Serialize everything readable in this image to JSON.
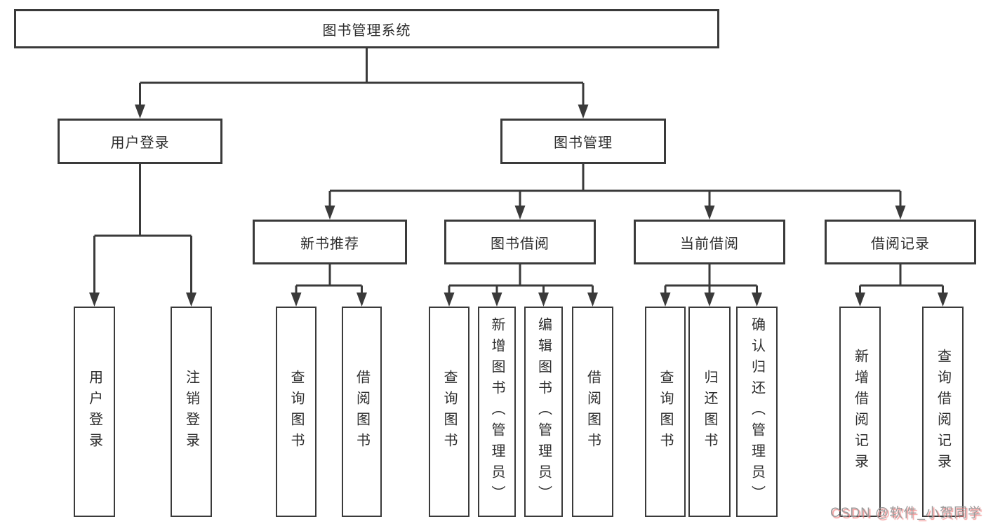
{
  "diagram": {
    "title": "图书管理系统"
  },
  "nodes": [
    {
      "id": "root",
      "label": "图书管理系统",
      "parent": null
    },
    {
      "id": "user-login",
      "label": "用户登录",
      "parent": "root"
    },
    {
      "id": "book-mgmt",
      "label": "图书管理",
      "parent": "root"
    },
    {
      "id": "login",
      "label": "用户登录",
      "parent": "user-login"
    },
    {
      "id": "logout",
      "label": "注销登录",
      "parent": "user-login"
    },
    {
      "id": "new-book-rec",
      "label": "新书推荐",
      "parent": "book-mgmt"
    },
    {
      "id": "book-borrow",
      "label": "图书借阅",
      "parent": "book-mgmt"
    },
    {
      "id": "current-borrow",
      "label": "当前借阅",
      "parent": "book-mgmt"
    },
    {
      "id": "borrow-records",
      "label": "借阅记录",
      "parent": "book-mgmt"
    },
    {
      "id": "rec-query-book",
      "label": "查询图书",
      "parent": "new-book-rec"
    },
    {
      "id": "rec-borrow-book",
      "label": "借阅图书",
      "parent": "new-book-rec"
    },
    {
      "id": "bb-query-book",
      "label": "查询图书",
      "parent": "book-borrow"
    },
    {
      "id": "bb-add-book",
      "label": "新增图书（管理员）",
      "parent": "book-borrow"
    },
    {
      "id": "bb-edit-book",
      "label": "编辑图书（管理员）",
      "parent": "book-borrow"
    },
    {
      "id": "bb-borrow-book",
      "label": "借阅图书",
      "parent": "book-borrow"
    },
    {
      "id": "cb-query-book",
      "label": "查询图书",
      "parent": "current-borrow"
    },
    {
      "id": "cb-return-book",
      "label": "归还图书",
      "parent": "current-borrow"
    },
    {
      "id": "cb-confirm-return",
      "label": "确认归还（管理员）",
      "parent": "current-borrow"
    },
    {
      "id": "br-add-record",
      "label": "新增借阅记录",
      "parent": "borrow-records"
    },
    {
      "id": "br-query-record",
      "label": "查询借阅记录",
      "parent": "borrow-records"
    }
  ],
  "watermark": "CSDN @软件_小贺同学",
  "colors": {
    "line": "#3a3a3a",
    "text": "#2d2d2d",
    "background": "#ffffff",
    "watermark": "#9c9c9c",
    "watermark_shadow": "#f28282"
  }
}
